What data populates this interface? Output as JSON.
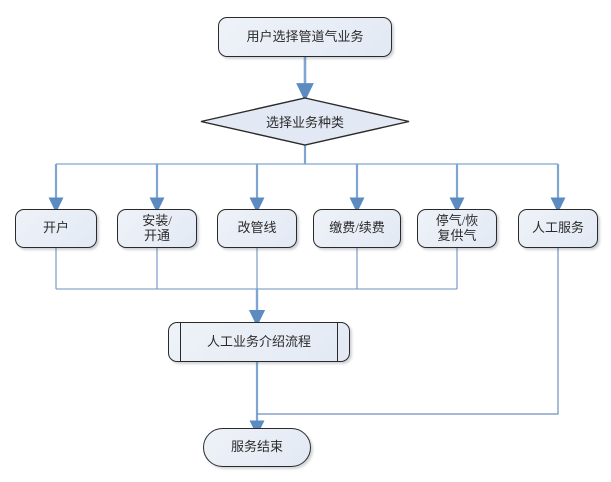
{
  "diagram": {
    "type": "flowchart",
    "title": "",
    "orientation": "top-down",
    "colors": {
      "node_fill": "#E6EBF4",
      "node_border": "#2A2A2A",
      "connector": "#5B8BC0",
      "merge_line": "#6E91BE",
      "text": "#2B2B2B",
      "background": "#FFFFFF"
    },
    "nodes": {
      "start": {
        "label": "用户选择管道气业务",
        "shape": "rounded-rectangle"
      },
      "decision": {
        "label": "选择业务种类",
        "shape": "diamond"
      },
      "options": [
        {
          "label": "开户",
          "shape": "rounded-rectangle"
        },
        {
          "label": "安装/\n开通",
          "shape": "rounded-rectangle"
        },
        {
          "label": "改管线",
          "shape": "rounded-rectangle"
        },
        {
          "label": "缴费/续费",
          "shape": "rounded-rectangle"
        },
        {
          "label": "停气/恢\n复供气",
          "shape": "rounded-rectangle"
        },
        {
          "label": "人工服务",
          "shape": "rounded-rectangle"
        }
      ],
      "subprocess": {
        "label": "人工业务介绍流程",
        "shape": "predefined-process"
      },
      "end": {
        "label": "服务结束",
        "shape": "stadium"
      }
    },
    "edges": [
      {
        "from": "start",
        "to": "decision",
        "label": ""
      },
      {
        "from": "decision",
        "to": "开户",
        "label": ""
      },
      {
        "from": "decision",
        "to": "安装/开通",
        "label": ""
      },
      {
        "from": "decision",
        "to": "改管线",
        "label": ""
      },
      {
        "from": "decision",
        "to": "缴费/续费",
        "label": ""
      },
      {
        "from": "decision",
        "to": "停气/恢复供气",
        "label": ""
      },
      {
        "from": "decision",
        "to": "人工服务",
        "label": ""
      },
      {
        "from": "开户",
        "to": "subprocess",
        "label": ""
      },
      {
        "from": "安装/开通",
        "to": "subprocess",
        "label": ""
      },
      {
        "from": "改管线",
        "to": "subprocess",
        "label": ""
      },
      {
        "from": "缴费/续费",
        "to": "subprocess",
        "label": ""
      },
      {
        "from": "停气/恢复供气",
        "to": "subprocess",
        "label": ""
      },
      {
        "from": "subprocess",
        "to": "end",
        "label": ""
      },
      {
        "from": "人工服务",
        "to": "end",
        "label": ""
      }
    ]
  }
}
